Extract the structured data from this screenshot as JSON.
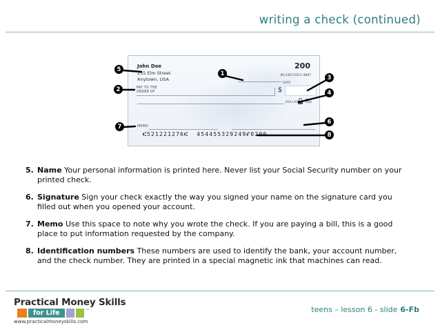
{
  "title": "writing a check (continued)",
  "check": {
    "payer_name": "John Doe",
    "payer_address_line1": "255 Elm Street",
    "payer_address_line2": "Anytown, USA",
    "check_number": "200",
    "fractional_number": "90-2307/1611 9887",
    "date_label": "DATE",
    "pay_to_label_line1": "PAY TO THE",
    "pay_to_label_line2": "ORDER OF",
    "dollar_sign": "$",
    "dollars_label": "DOLLARS",
    "memo_label": "MEMO",
    "micr_numbers": "⑆521221276⑆  454455329249⑈0200"
  },
  "callouts": [
    {
      "number": "1"
    },
    {
      "number": "2"
    },
    {
      "number": "3"
    },
    {
      "number": "4"
    },
    {
      "number": "5"
    },
    {
      "number": "6"
    },
    {
      "number": "7"
    },
    {
      "number": "8"
    }
  ],
  "items": [
    {
      "number": "5.",
      "term": "Name",
      "description": "Your personal information is printed here. Never list your Social Security number on your printed check."
    },
    {
      "number": "6.",
      "term": "Signature",
      "description": "Sign your check exactly the way you signed your name on the signature card you filled out when you opened your account."
    },
    {
      "number": "7.",
      "term": "Memo",
      "description": "Use this space to note why you wrote the check. If you are paying a bill, this is a good place to put information requested by the company."
    },
    {
      "number": "8.",
      "term": "Identification numbers",
      "description": "These numbers are used to identify the bank, your account number, and the check number. They are printed in a special magnetic ink that machines can read."
    }
  ],
  "footer": {
    "logo_title": "Practical Money Skills",
    "logo_tagline": "for Life",
    "trademark": "™",
    "website": "www.practicalmoneyskills.com",
    "slide_label": "teens – lesson 6 - slide",
    "slide_code": "6-Fb"
  },
  "colors": {
    "title_teal": "#2d7d7d",
    "rule_teal": "#8ab5b5",
    "logo_orange": "#e8801e",
    "logo_teal": "#3f9191",
    "logo_lavender": "#a2a2ce",
    "logo_green": "#9dc13c",
    "callout_black": "#000000"
  }
}
